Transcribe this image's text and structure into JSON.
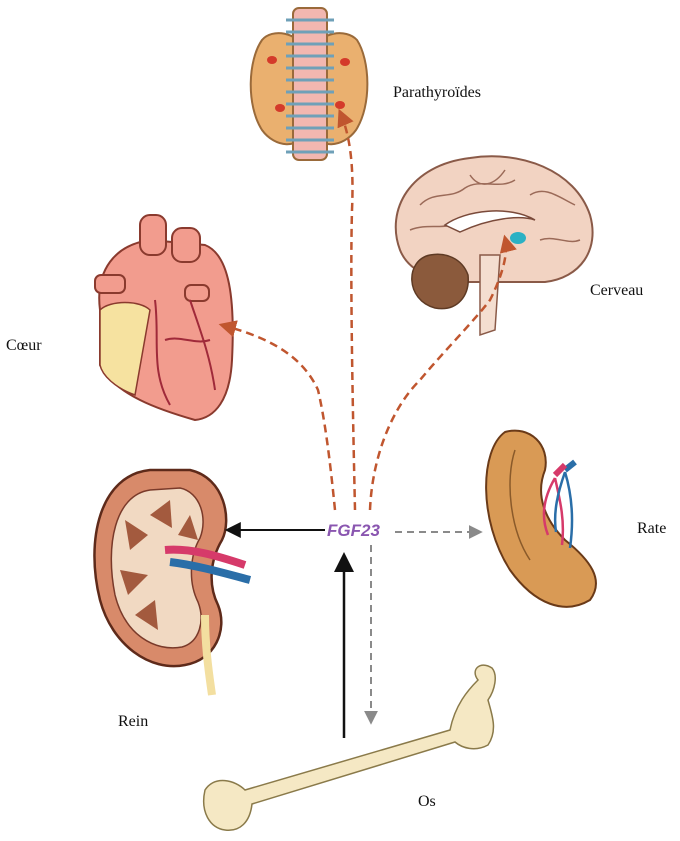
{
  "center": "FGF23",
  "organs": {
    "parathyroid": "Parathyroïdes",
    "brain": "Cerveau",
    "heart": "Cœur",
    "kidney": "Rein",
    "spleen": "Rate",
    "bone": "Os"
  },
  "colors": {
    "center_text": "#8a56b0",
    "dashed_arrow": "#c0562f",
    "solid_arrow": "#111111",
    "gray_dashed_arrow": "#8a8a8a"
  }
}
